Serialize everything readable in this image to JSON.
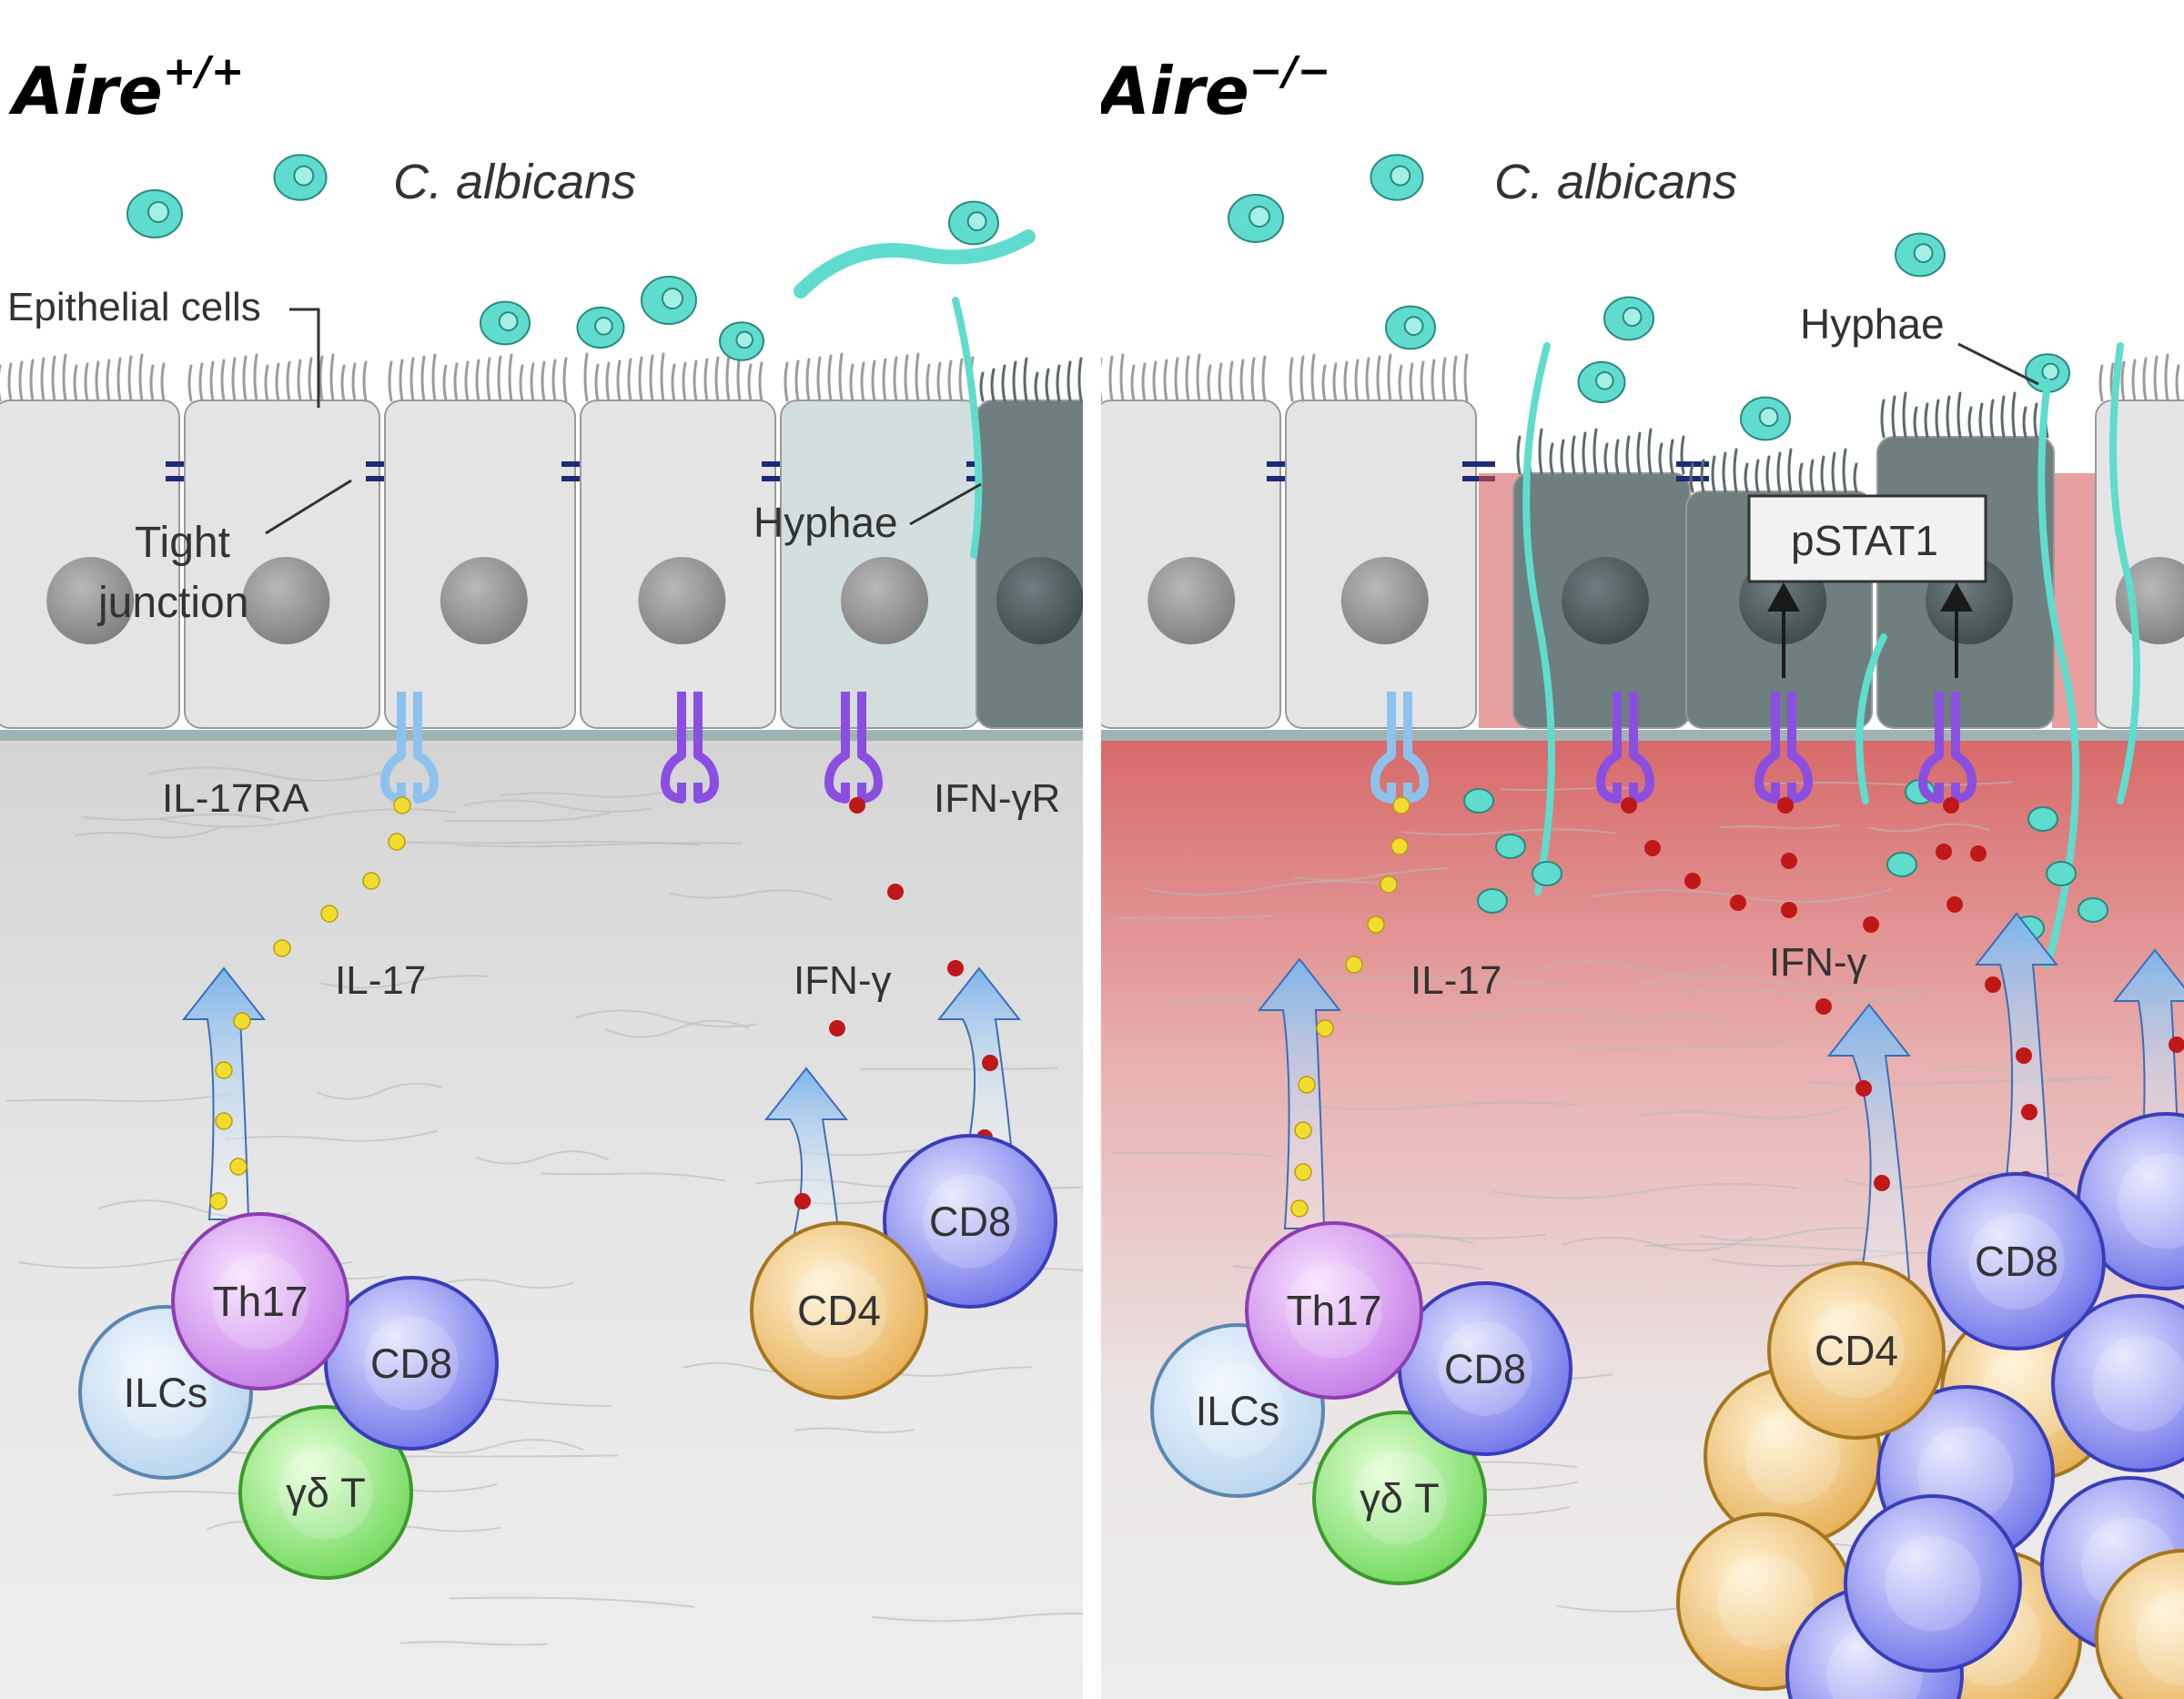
{
  "colors": {
    "epithelium": "#e4e4e4",
    "nucleus": "#8c8c8c",
    "damaged_cell": "#6f7e7e",
    "fungus": "#5fdccd",
    "tight_junction": "#1e2a78",
    "il17ra": "#8ec2ee",
    "ifngr": "#8a4fe0",
    "il17_dot": "#f2dc2e",
    "ifng_dot": "#c01818",
    "inflamed_tissue": "#d76a6a",
    "th17": "#d48ff0",
    "cd8": "#7d7ff0",
    "ilc": "#cfe4f5",
    "gdt": "#8fe27a",
    "cd4": "#f0c271"
  },
  "panels": [
    {
      "id": "wt",
      "title_base": "Aire",
      "title_sup": "+/+",
      "organism_label": "C. albicans",
      "labels": {
        "epithelial_cells": "Epithelial cells",
        "tight_junction_line1": "Tight",
        "tight_junction_line2": "junction",
        "hyphae": "Hyphae",
        "il17ra": "IL-17RA",
        "ifngr": "IFN-γR",
        "il17": "IL-17",
        "ifng": "IFN-γ"
      },
      "cells": {
        "th17": "Th17",
        "cd8_left": "CD8",
        "ilcs": "ILCs",
        "gdt": "γδ T",
        "cd4": "CD4",
        "cd8_right": "CD8"
      }
    },
    {
      "id": "ko",
      "title_base": "Aire",
      "title_sup": "−/−",
      "organism_label": "C. albicans",
      "labels": {
        "hyphae": "Hyphae",
        "pstat1": "pSTAT1",
        "il17": "IL-17",
        "ifng": "IFN-γ"
      },
      "cells": {
        "th17": "Th17",
        "cd8_left": "CD8",
        "ilcs": "ILCs",
        "gdt": "γδ T",
        "cd4": "CD4",
        "cd8_right": "CD8"
      }
    }
  ]
}
